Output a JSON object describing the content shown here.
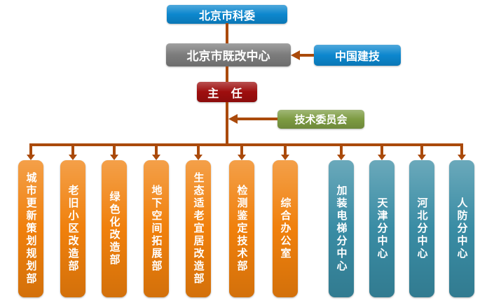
{
  "colors": {
    "blue": "#0C87CE",
    "gray": "#7C7C7C",
    "red": "#9E0E0E",
    "green": "#7D9B42",
    "orange": "#F0800C",
    "teal": "#398CA4",
    "connector": "#AA4A0B"
  },
  "chart": {
    "root": "北京市科委",
    "center": "北京市既改中心",
    "external": "中国建技",
    "director": "主 任",
    "committee": "技术委员会",
    "departments": [
      "城市更新策划规划部",
      "老旧小区改造部",
      "绿色化改造部",
      "地下空间拓展部",
      "生态适老宜居改造部",
      "检测鉴定技术部",
      "综合办公室"
    ],
    "branches": [
      "加装电梯分中心",
      "天津分中心",
      "河北分中心",
      "人防分中心"
    ]
  }
}
